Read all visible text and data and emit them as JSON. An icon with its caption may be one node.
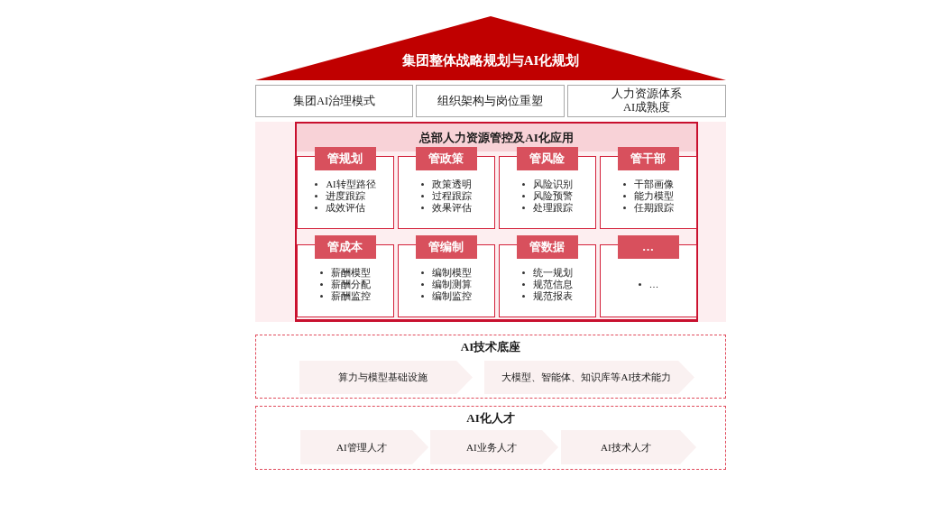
{
  "diagram": {
    "nodes": [
      {
        "text": [
          "集团整体战略规划与AI化规划"
        ]
      },
      {
        "text": [
          "集团AI治理模式"
        ]
      },
      {
        "text": [
          "组织架构与岗位重塑"
        ]
      },
      {
        "text": [
          "人力资源体系AI成熟度"
        ]
      },
      {
        "text": [
          "总部人力资源管控及AI化应用"
        ]
      },
      {
        "text": [
          "管规划",
          "AI转型路径",
          "进度跟踪",
          "成效评估"
        ],
        "in": 4
      },
      {
        "text": [
          "管政策",
          "政策透明",
          "过程跟踪",
          "效果评估"
        ],
        "in": 4
      },
      {
        "text": [
          "管风险",
          "风险识别",
          "风险预警",
          "处理跟踪"
        ],
        "in": 4
      },
      {
        "text": [
          "管干部",
          "干部画像",
          "能力模型",
          "任期跟踪"
        ],
        "in": 4
      },
      {
        "text": [
          "管成本",
          "薪酬模型",
          "薪酬分配",
          "薪酬监控"
        ],
        "in": 4
      },
      {
        "text": [
          "管编制",
          "编制模型",
          "编制测算",
          "编制监控"
        ],
        "in": 4
      },
      {
        "text": [
          "管数据",
          "统一规划",
          "规范信息",
          "规范报表"
        ],
        "in": 4
      },
      {
        "text": [
          "…",
          "…"
        ],
        "in": 4
      },
      {
        "text": [
          "AI技术底座"
        ]
      },
      {
        "text": [
          "算力与模型基础设施"
        ],
        "in": 13
      },
      {
        "text": [
          "大模型、智能体、知识库等AI技术能力"
        ],
        "in": 13
      },
      {
        "text": [
          "AI化人才"
        ]
      },
      {
        "text": [
          "AI管理人才"
        ],
        "in": 16
      },
      {
        "text": [
          "AI业务人才"
        ],
        "in": 16
      },
      {
        "text": [
          "AI技术人才"
        ],
        "in": 16
      }
    ]
  }
}
